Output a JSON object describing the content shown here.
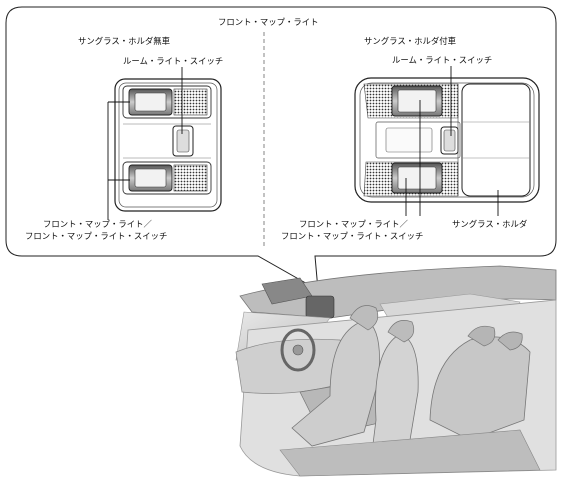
{
  "title": "フロント・マップ・ライト",
  "left_panel": {
    "heading": "サングラス・ホルダ無車",
    "room_switch_label": "ルーム・ライト・スイッチ",
    "map_light_label_1": "フロント・マップ・ライト／",
    "map_light_label_2": "フロント・マップ・ライト・スイッチ"
  },
  "right_panel": {
    "heading": "サングラス・ホルダ付車",
    "room_switch_label": "ルーム・ライト・スイッチ",
    "map_light_label_1": "フロント・マップ・ライト／",
    "map_light_label_2": "フロント・マップ・ライト・スイッチ",
    "sunglass_holder_label": "サングラス・ホルダ"
  }
}
